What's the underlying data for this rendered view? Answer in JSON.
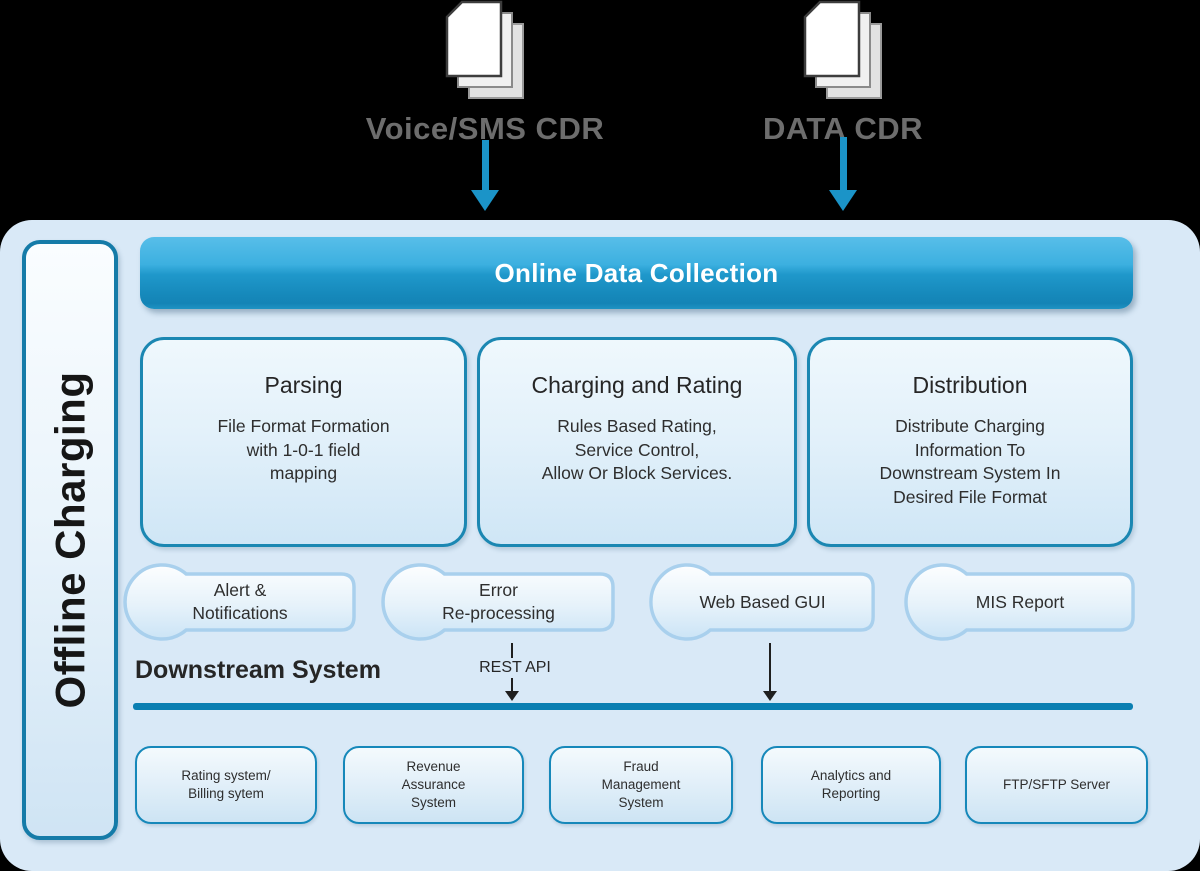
{
  "colors": {
    "page_background": "#000000",
    "container_background": "#d9e9f7",
    "header_gradient_top": "#58bee9",
    "header_gradient_bottom": "#1484b6",
    "box_border_teal": "#1b87b2",
    "cloud_border_light_blue": "#a9d0ed",
    "divider_line_teal": "#0b7fb2",
    "flow_arrow_blue": "#1b94c8",
    "source_label_gray": "#6d6d6d"
  },
  "sources": [
    {
      "label": "Voice/SMS CDR",
      "icon": "document-stack-icon"
    },
    {
      "label": "DATA CDR",
      "icon": "document-stack-icon"
    }
  ],
  "sidebar": {
    "label": "Offline Charging"
  },
  "header": {
    "label": "Online Data Collection"
  },
  "process_boxes": [
    {
      "title": "Parsing",
      "body": "File Format Formation\nwith 1-0-1 field\nmapping"
    },
    {
      "title": "Charging and Rating",
      "body": "Rules Based Rating,\nService Control,\nAllow Or Block Services."
    },
    {
      "title": "Distribution",
      "body": "Distribute Charging\nInformation To\nDownstream System In\nDesired File Format"
    }
  ],
  "clouds": [
    {
      "label": "Alert &\nNotifications"
    },
    {
      "label": "Error\nRe-processing"
    },
    {
      "label": "Web Based GUI"
    },
    {
      "label": "MIS Report"
    }
  ],
  "downstream": {
    "title": "Downstream System",
    "rest_api_label": "REST API",
    "systems": [
      {
        "label": "Rating system/\nBilling sytem"
      },
      {
        "label": "Revenue\nAssurance\nSystem"
      },
      {
        "label": "Fraud\nManagement\nSystem"
      },
      {
        "label": "Analytics and\nReporting"
      },
      {
        "label": "FTP/SFTP Server"
      }
    ]
  }
}
